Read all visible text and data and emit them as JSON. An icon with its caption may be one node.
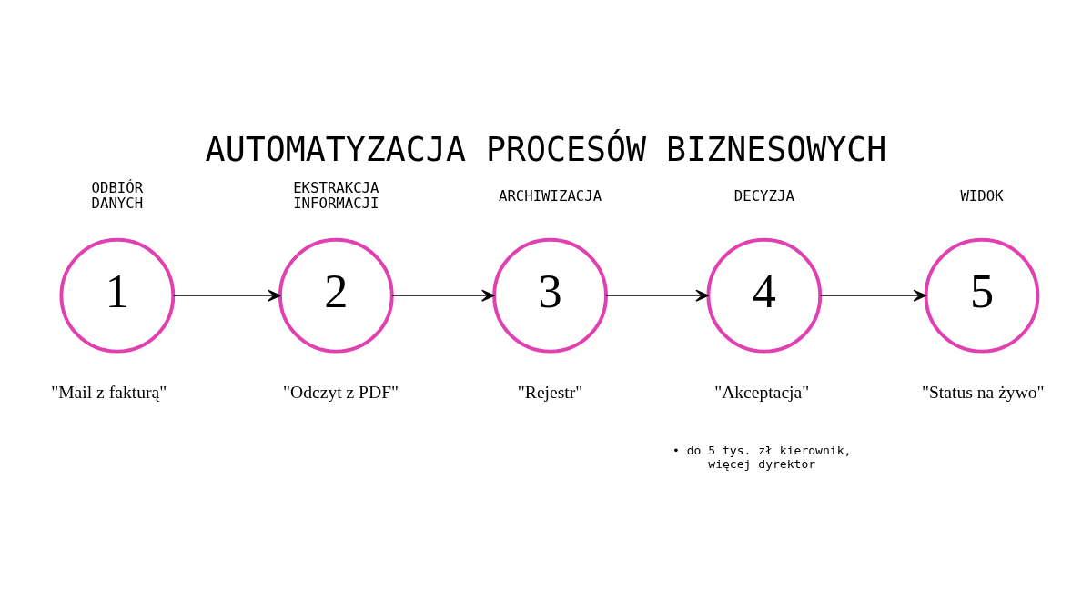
{
  "diagram": {
    "title": "AUTOMATYZACJA PROCESÓW BIZNESOWYCH",
    "nodes": [
      {
        "text": [
          "ODBIÓR DANYCH",
          "1"
        ],
        "beside": [
          "\"Mail z fakturą\""
        ]
      },
      {
        "text": [
          "EKSTRAKCJA INFORMACJI",
          "2"
        ],
        "beside": [
          "\"Odczyt z PDF\""
        ]
      },
      {
        "text": [
          "ARCHIWIZACJA",
          "3"
        ],
        "beside": [
          "\"Rejestr\""
        ]
      },
      {
        "text": [
          "DECYZJA",
          "4"
        ],
        "beside": [
          "\"Akceptacja\"",
          "• do 5 tys. zł kierownik, więcej dyrektor"
        ]
      },
      {
        "text": [
          "WIDOK",
          "5"
        ],
        "beside": [
          "\"Status na żywo\""
        ]
      }
    ],
    "edges": [
      {
        "from": 0,
        "to": 1,
        "arrow": "to"
      },
      {
        "from": 1,
        "to": 2,
        "arrow": "to"
      },
      {
        "from": 2,
        "to": 3,
        "arrow": "to"
      },
      {
        "from": 3,
        "to": 4,
        "arrow": "to"
      }
    ]
  }
}
